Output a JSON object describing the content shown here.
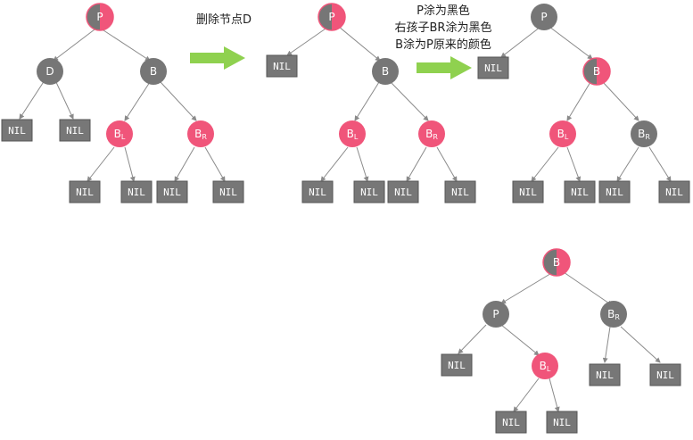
{
  "colors": {
    "black_node": "#767676",
    "red_node": "#f0557a",
    "nil_box": "#777777",
    "edge": "#8a8a8a",
    "arrow": "#8fd14f"
  },
  "steps": {
    "step1_caption": "删除节点D",
    "step2_caption_lines": [
      "P涂为黑色",
      "右孩子BR涂为黑色",
      "B涂为P原来的颜色"
    ]
  },
  "labels": {
    "P": "P",
    "D": "D",
    "B": "B",
    "B_sub": "",
    "BL_main": "B",
    "BL_sub": "L",
    "BR_main": "B",
    "BR_sub": "R",
    "nil": "NIL"
  },
  "icons": {
    "step_arrow": "right-arrow-icon"
  }
}
